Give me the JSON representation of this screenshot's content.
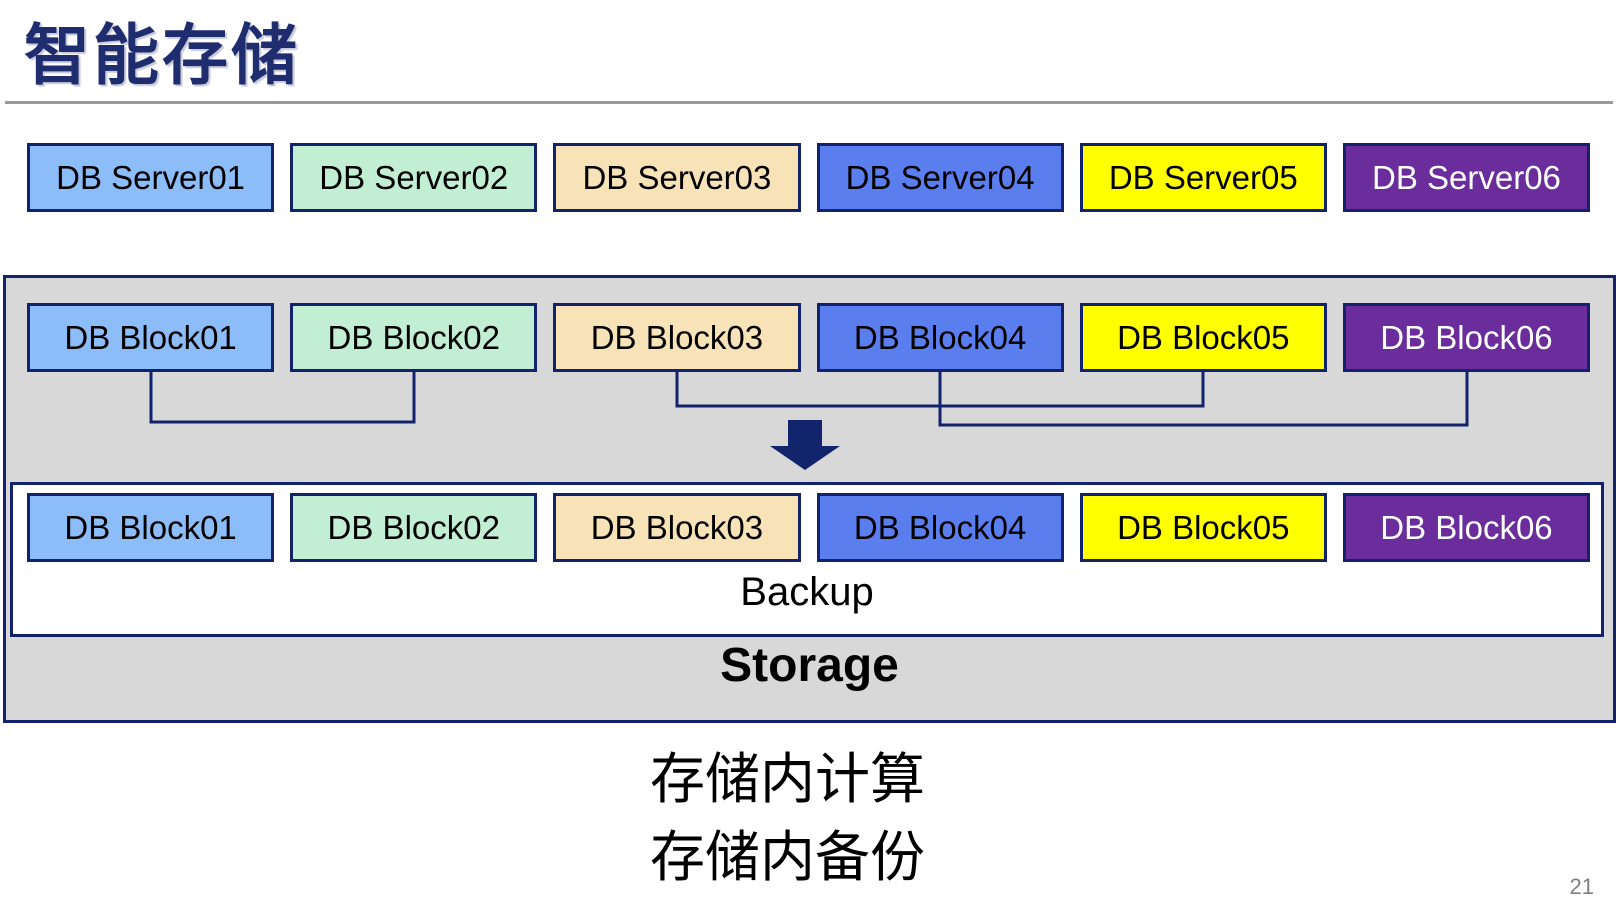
{
  "slide": {
    "title": "智能存储",
    "page_number": "21"
  },
  "palette": {
    "title_color": "#1F2C6E",
    "border_navy": "#12226B",
    "connector_navy": "#12226B",
    "storage_fill": "#D8D8D8",
    "backup_fill": "#FFFFFF",
    "page_number_gray": "#7F7F7F",
    "light_blue": "#8DBDF8",
    "mint_green": "#C2EFD4",
    "tan": "#F8E3B9",
    "medium_blue": "#5B7EEE",
    "yellow": "#FFFF00",
    "purple": "#6A2D9B"
  },
  "servers": {
    "items": [
      {
        "label": "DB Server01",
        "fill": "#8DBDF8",
        "text_color": "#000000"
      },
      {
        "label": "DB Server02",
        "fill": "#C2EFD4",
        "text_color": "#000000"
      },
      {
        "label": "DB Server03",
        "fill": "#F8E3B9",
        "text_color": "#000000"
      },
      {
        "label": "DB Server04",
        "fill": "#5B7EEE",
        "text_color": "#000000"
      },
      {
        "label": "DB Server05",
        "fill": "#FFFF00",
        "text_color": "#000000"
      },
      {
        "label": "DB Server06",
        "fill": "#6A2D9B",
        "text_color": "#FFFFFF"
      }
    ]
  },
  "storage": {
    "label": "Storage",
    "source_blocks": {
      "items": [
        {
          "label": "DB Block01",
          "fill": "#8DBDF8",
          "text_color": "#000000"
        },
        {
          "label": "DB Block02",
          "fill": "#C2EFD4",
          "text_color": "#000000"
        },
        {
          "label": "DB Block03",
          "fill": "#F8E3B9",
          "text_color": "#000000"
        },
        {
          "label": "DB Block04",
          "fill": "#5B7EEE",
          "text_color": "#000000"
        },
        {
          "label": "DB Block05",
          "fill": "#FFFF00",
          "text_color": "#000000"
        },
        {
          "label": "DB Block06",
          "fill": "#6A2D9B",
          "text_color": "#FFFFFF"
        }
      ]
    },
    "backup": {
      "label": "Backup",
      "blocks": {
        "items": [
          {
            "label": "DB Block01",
            "fill": "#8DBDF8",
            "text_color": "#000000"
          },
          {
            "label": "DB Block02",
            "fill": "#C2EFD4",
            "text_color": "#000000"
          },
          {
            "label": "DB Block03",
            "fill": "#F8E3B9",
            "text_color": "#000000"
          },
          {
            "label": "DB Block04",
            "fill": "#5B7EEE",
            "text_color": "#000000"
          },
          {
            "label": "DB Block05",
            "fill": "#FFFF00",
            "text_color": "#000000"
          },
          {
            "label": "DB Block06",
            "fill": "#6A2D9B",
            "text_color": "#FFFFFF"
          }
        ]
      }
    }
  },
  "notes": {
    "line1": "存储内计算",
    "line2": "存储内备份"
  }
}
